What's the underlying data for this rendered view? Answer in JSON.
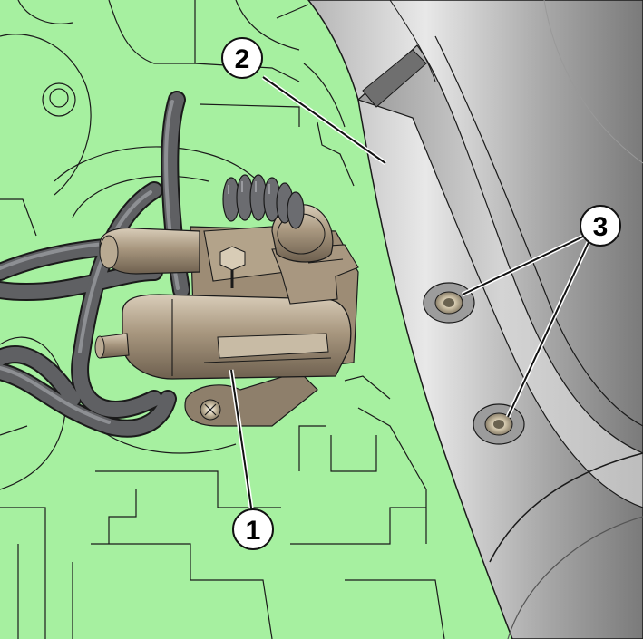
{
  "colors": {
    "background_engine": "#a6f0a0",
    "duct_light": "#e6e6e6",
    "duct_dark": "#8d8d8d",
    "valve_body": "#a08f79",
    "valve_highlight": "#d7cbb8",
    "hose": "#5f6063",
    "hose_highlight": "#8d8f93",
    "outline": "#1a1a1a"
  },
  "callouts": [
    {
      "id": "1",
      "label": "1"
    },
    {
      "id": "2",
      "label": "2"
    },
    {
      "id": "3",
      "label": "3"
    }
  ]
}
